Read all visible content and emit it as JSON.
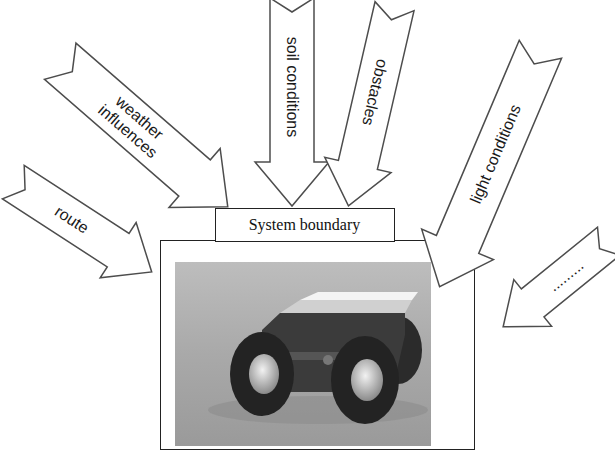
{
  "diagram": {
    "nodes": [
      {
        "text": [
          "route"
        ]
      },
      {
        "text": [
          "weather influences"
        ]
      },
      {
        "text": [
          "soil conditions"
        ]
      },
      {
        "text": [
          "obstacles"
        ]
      },
      {
        "text": [
          "light conditions"
        ]
      },
      {
        "text": [
          "........."
        ]
      },
      {
        "text": [
          "System boundary"
        ]
      }
    ]
  }
}
